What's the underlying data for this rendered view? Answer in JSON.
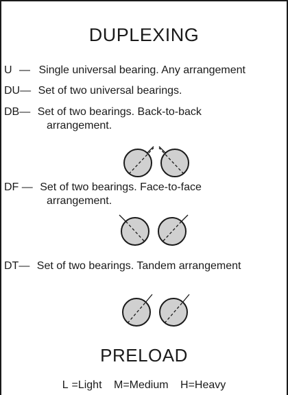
{
  "heading": "DUPLEXING",
  "entries": [
    {
      "code": "U",
      "dash": " —",
      "text": "Single universal bearing. Any arrangement",
      "text2": ""
    },
    {
      "code": "DU",
      "dash": "—",
      "text": "Set of two universal bearings.",
      "text2": ""
    },
    {
      "code": "DB",
      "dash": "—",
      "text": "Set of two bearings. Back-to-back",
      "text2": "arrangement."
    },
    {
      "code": "DF",
      "dash": " —",
      "text": "Set of two bearings. Face-to-face",
      "text2": "arrangement."
    },
    {
      "code": "DT",
      "dash": "—",
      "text": "Set of two bearings. Tandem arrangement",
      "text2": ""
    }
  ],
  "diagrams": [
    {
      "arrangement": "back-to-back",
      "left_line": "solid-upper-right",
      "right_line": "solid-upper-left"
    },
    {
      "arrangement": "face-to-face",
      "left_line": "solid-upper-left",
      "right_line": "solid-upper-right"
    },
    {
      "arrangement": "tandem",
      "left_line": "solid-upper-right",
      "right_line": "solid-upper-right"
    }
  ],
  "preload": {
    "heading": "PRELOAD",
    "light": "L =Light",
    "medium": "M=Medium",
    "heavy": "H=Heavy"
  },
  "colors": {
    "ring_fill": "#d0d0d0",
    "ring_stroke": "#1a1a1a",
    "border": "#1a1a1a"
  }
}
